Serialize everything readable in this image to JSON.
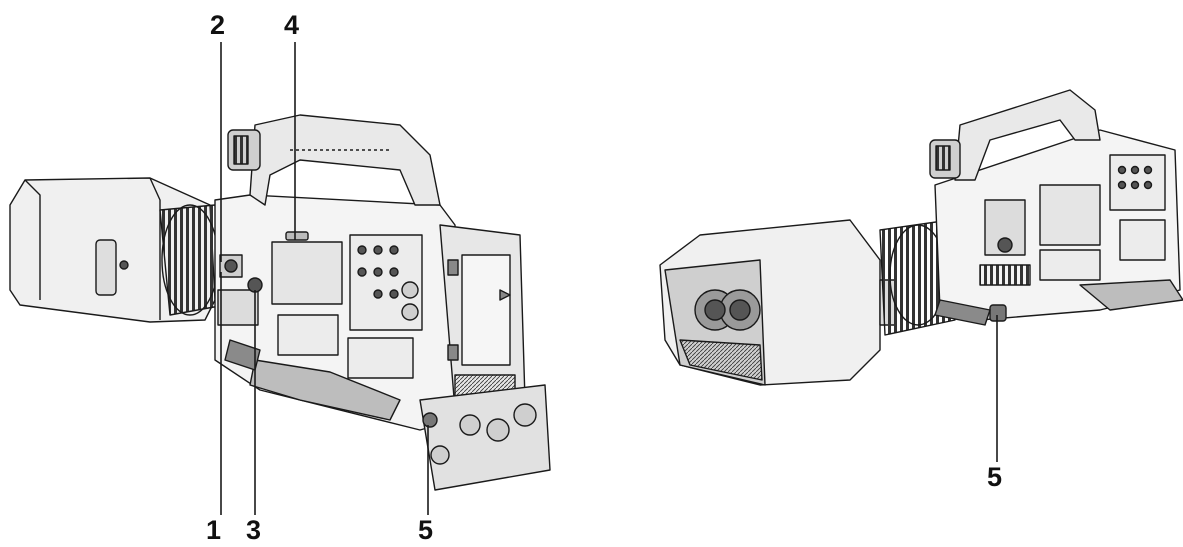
{
  "figure": {
    "callouts_left": [
      {
        "id": "1",
        "label": "1"
      },
      {
        "id": "2",
        "label": "2"
      },
      {
        "id": "3",
        "label": "3"
      },
      {
        "id": "4",
        "label": "4"
      },
      {
        "id": "5",
        "label": "5"
      }
    ],
    "callouts_right": [
      {
        "id": "5",
        "label": "5"
      }
    ]
  },
  "colors": {
    "line": "#1a1a1a",
    "body_light": "#f2f2f2",
    "body_mid": "#d9d9d9",
    "body_dark": "#9a9a9a",
    "shadow": "#4a4a4a"
  }
}
